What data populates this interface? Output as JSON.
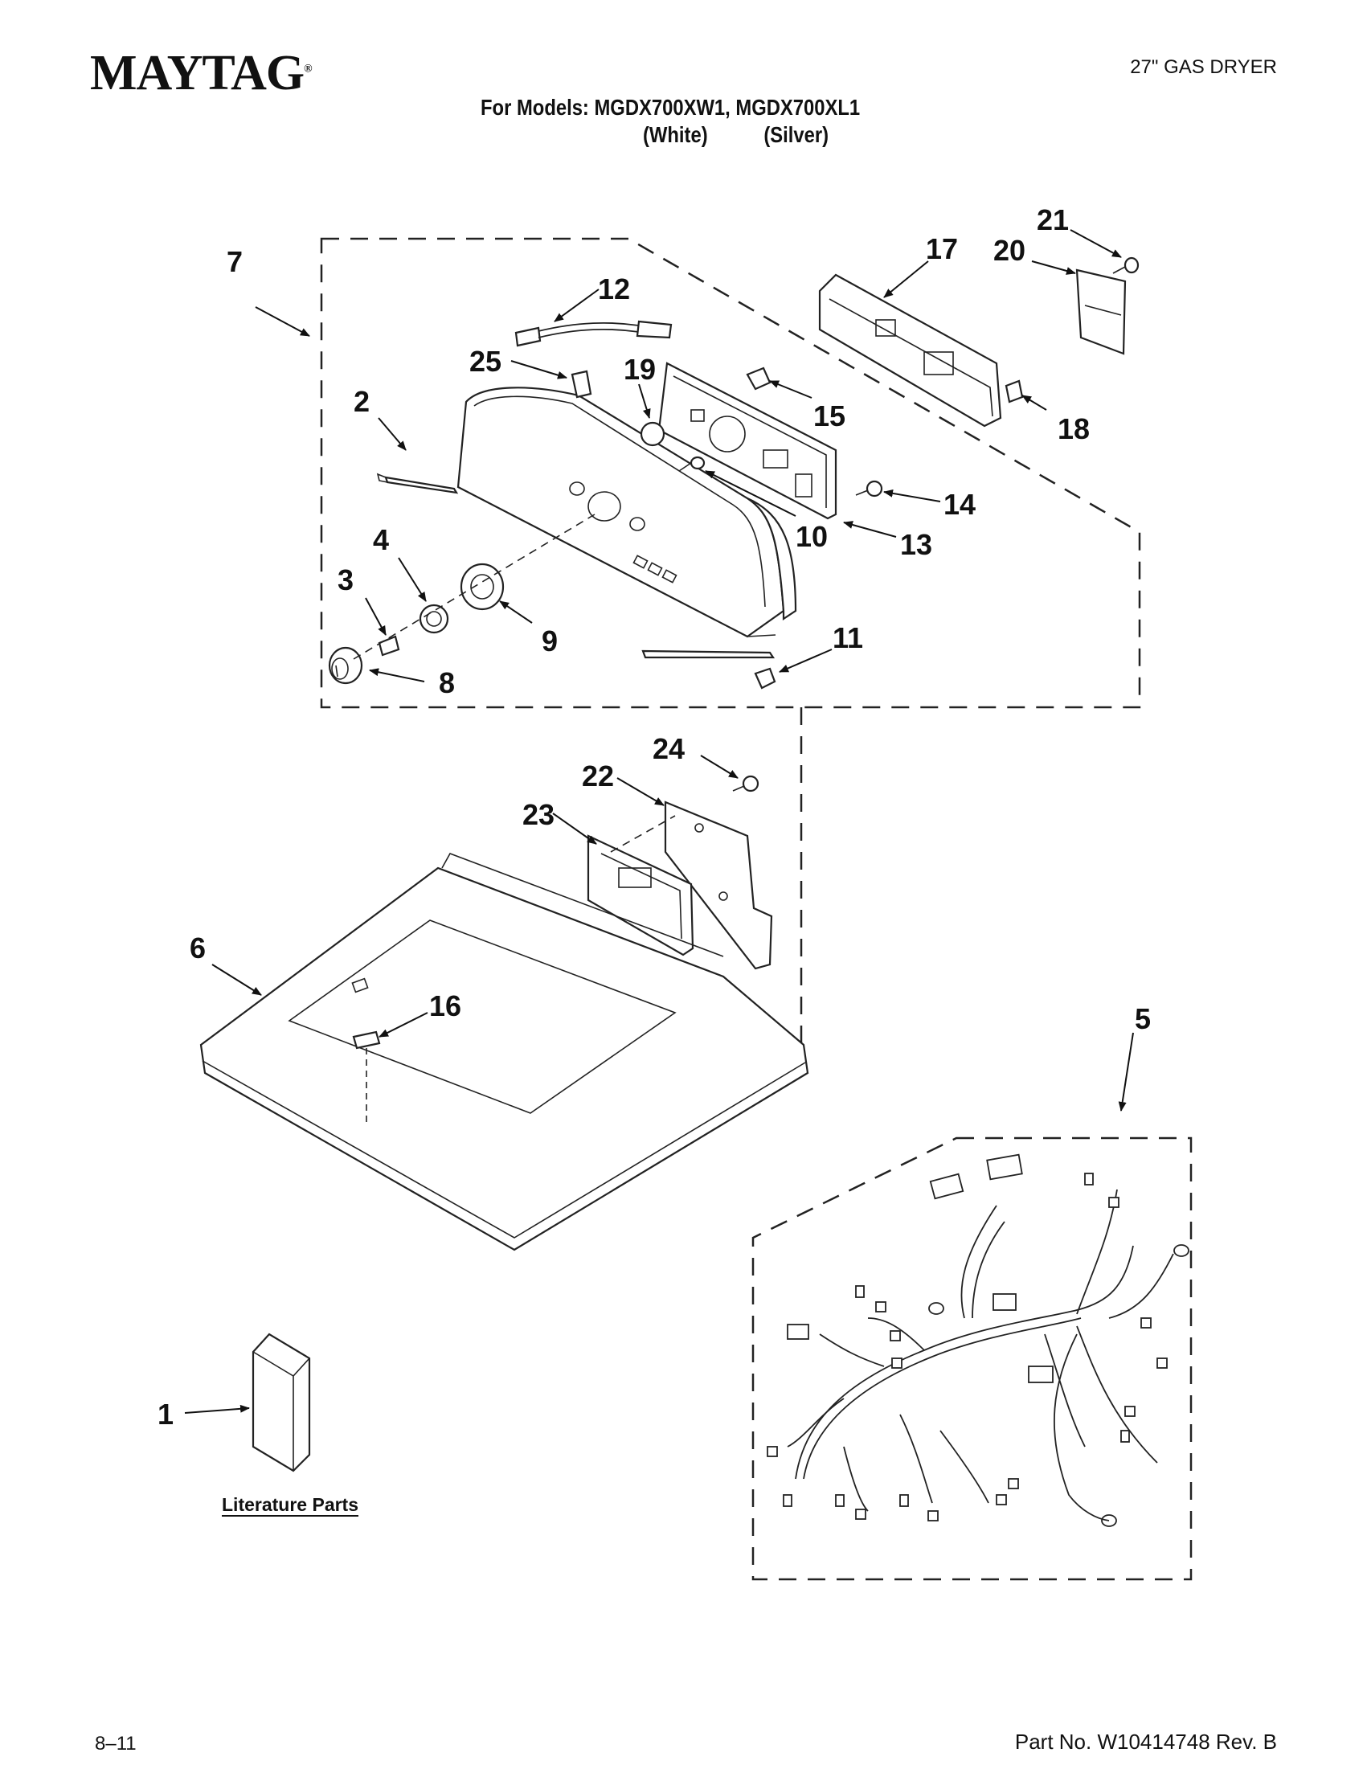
{
  "header": {
    "brand": "MAYTAG",
    "brand_mark": "®",
    "product": "27\" GAS DRYER",
    "models_line": "For Models: MGDX700XW1, MGDX700XL1",
    "variant_white": "(White)",
    "variant_silver": "(Silver)"
  },
  "callouts": {
    "c1": "1",
    "c2": "2",
    "c3": "3",
    "c4": "4",
    "c5": "5",
    "c6": "6",
    "c7": "7",
    "c8": "8",
    "c9": "9",
    "c10": "10",
    "c11": "11",
    "c12": "12",
    "c13": "13",
    "c14": "14",
    "c15": "15",
    "c16": "16",
    "c17": "17",
    "c18": "18",
    "c19": "19",
    "c20": "20",
    "c21": "21",
    "c22": "22",
    "c23": "23",
    "c24": "24",
    "c25": "25"
  },
  "literature_label": "Literature Parts",
  "footer": {
    "date": "8–11",
    "part_number": "Part No. W10414748 Rev. B"
  }
}
